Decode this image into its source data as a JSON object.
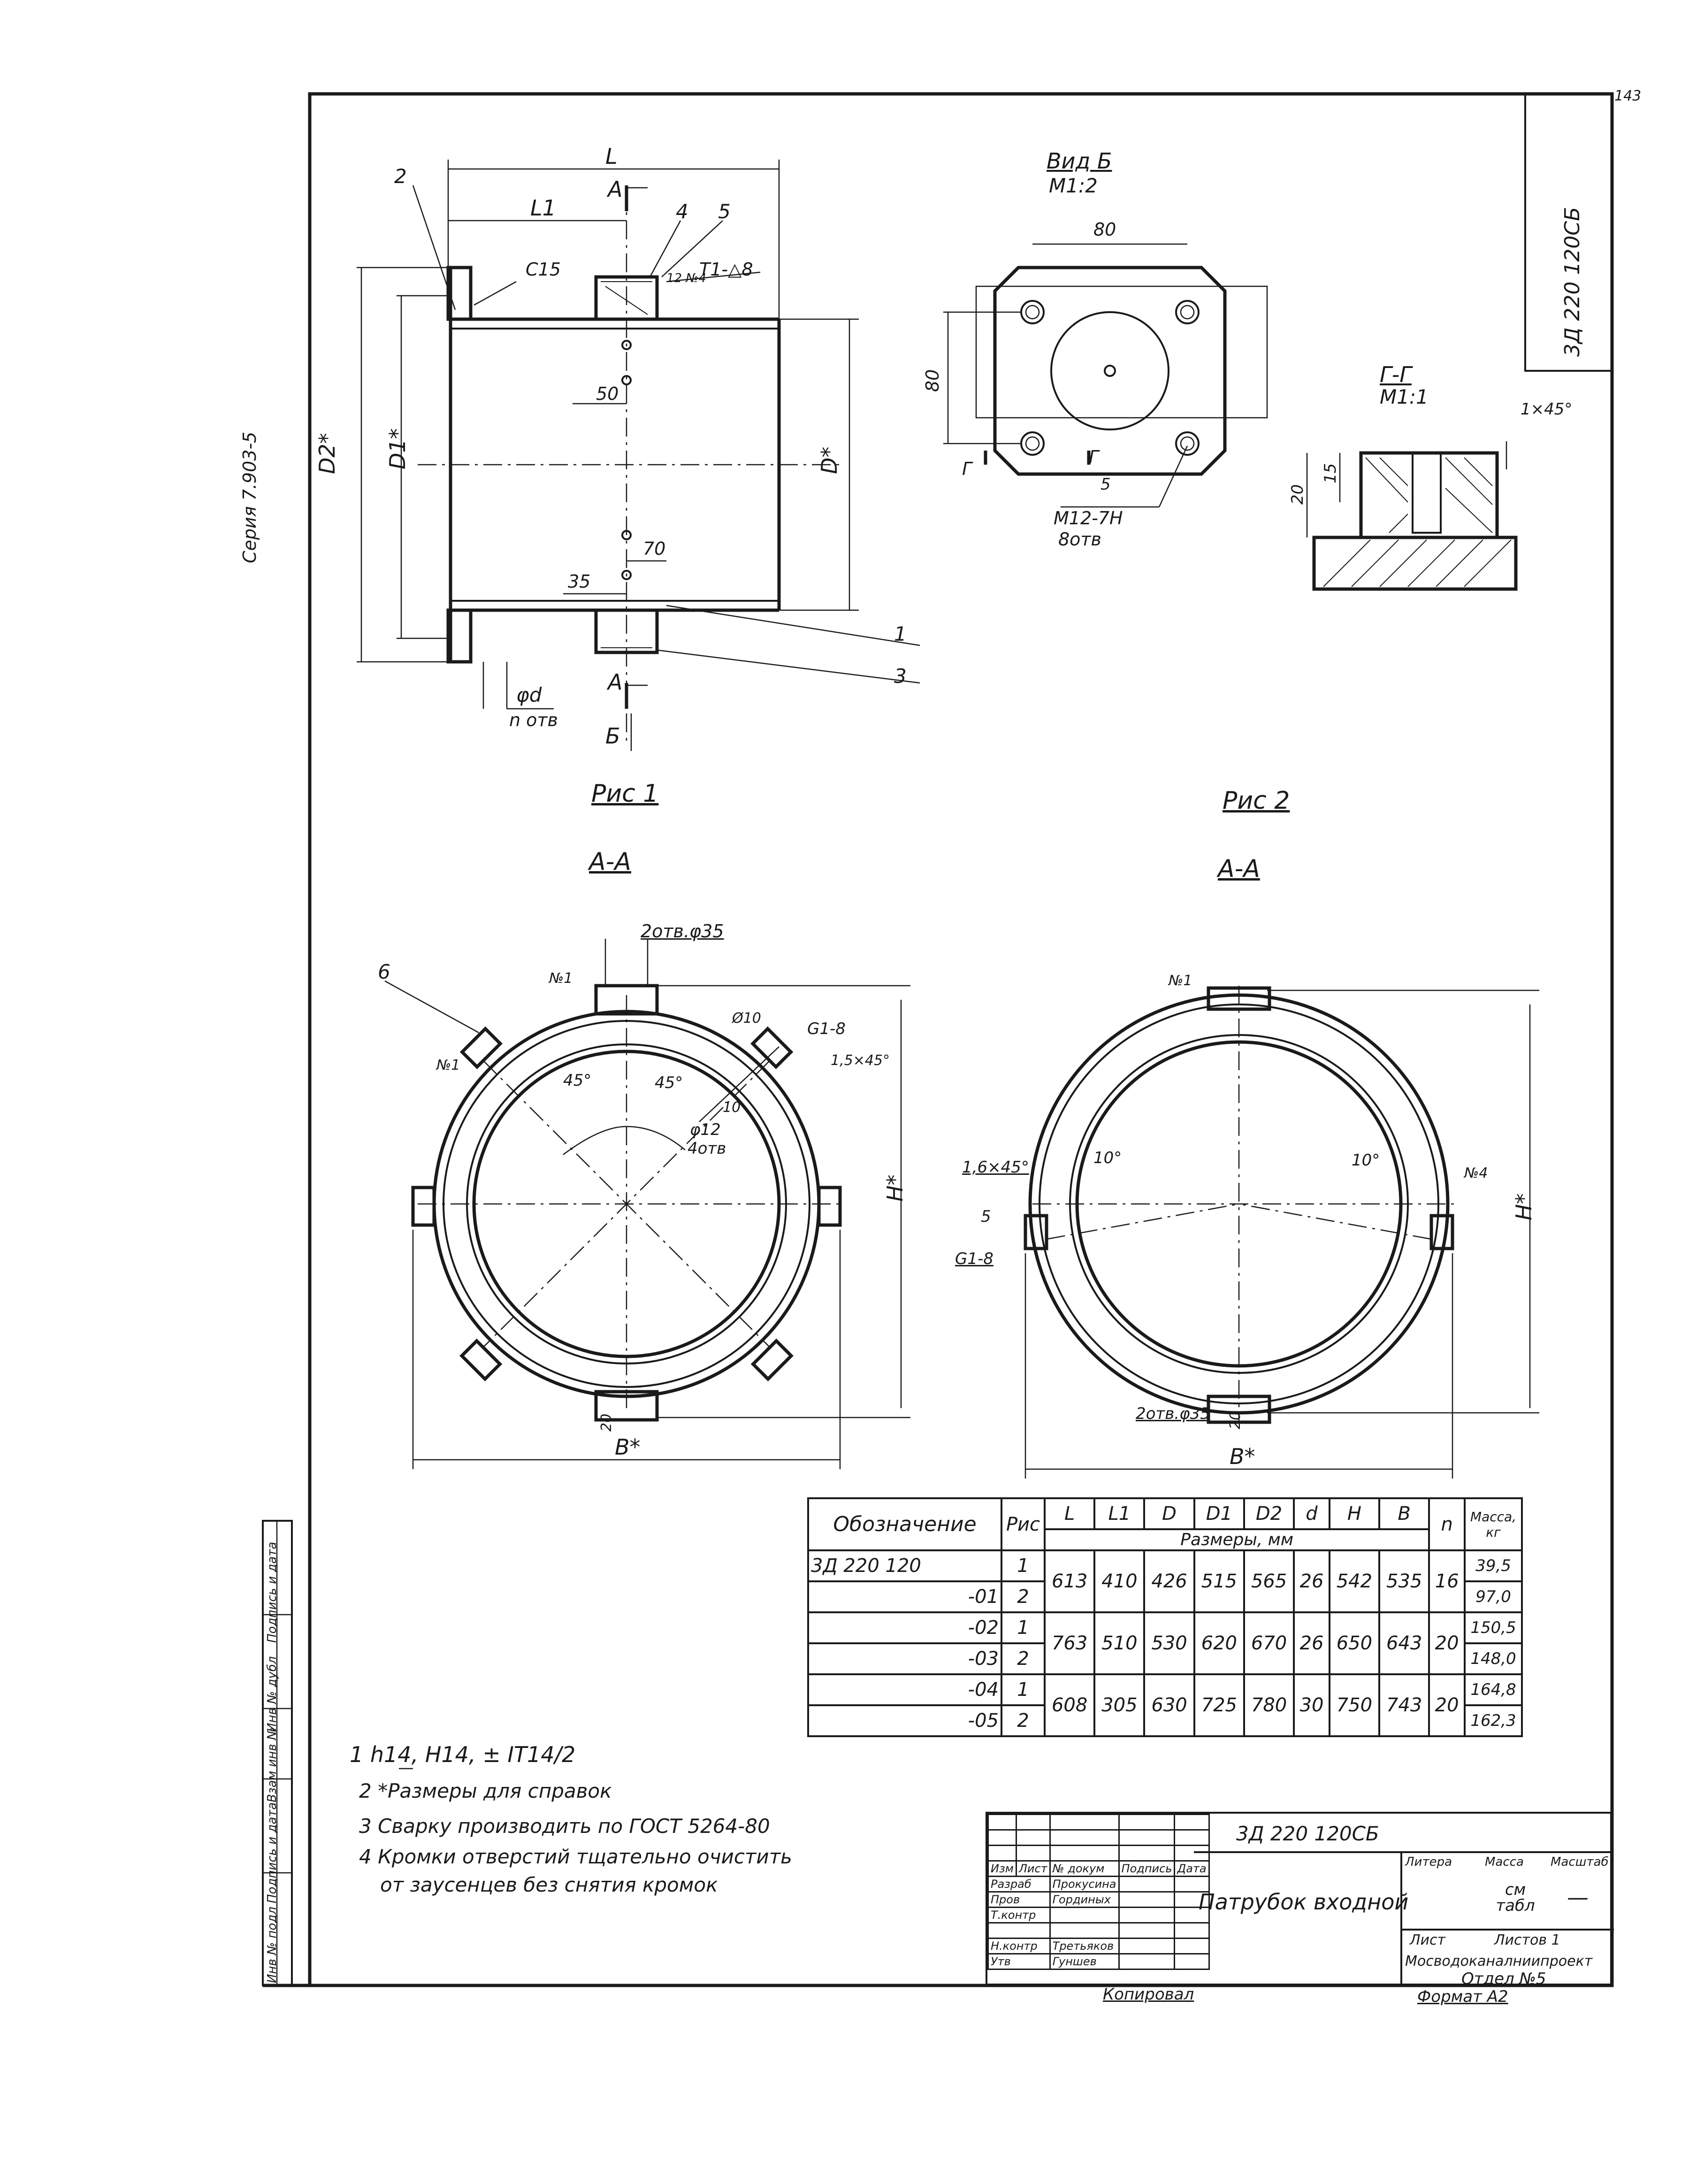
{
  "sheet": {
    "sheet_number": "143",
    "designation_rotated": "3Д 220 120СБ",
    "series_note": "Серия 7.903-5",
    "format_label": "Формат А2",
    "copied_label": "Копировал"
  },
  "view_b": {
    "title": "Вид Б",
    "scale": "М1:2",
    "dim_width": "80",
    "dim_height": "80",
    "thread": "М12-7Н",
    "holes": "8отв",
    "section_mark": "Г",
    "leader_num": "5"
  },
  "section_gg": {
    "title": "Г-Г",
    "scale": "М1:1",
    "chamfer": "1×45°",
    "dim_20": "20",
    "dim_15": "15"
  },
  "fig1_side": {
    "dim_L": "L",
    "dim_L1": "L1",
    "dim_D2": "D2*",
    "dim_D1": "D1*",
    "dim_D": "D*",
    "dim_50": "50",
    "dim_70": "70",
    "dim_35": "35",
    "weld_c15": "С15",
    "weld_t1": "Т1-△8",
    "weld_no4": "12 №4",
    "hole_spec": "φd",
    "hole_count": "n отв",
    "section_a": "А",
    "view_b_arrow": "Б",
    "pos_1": "1",
    "pos_2": "2",
    "pos_3": "3",
    "pos_4": "4",
    "pos_5": "5"
  },
  "fig1_section": {
    "fig_label": "Рис 1",
    "section_label": "А-А",
    "holes_35": "2отв.φ35",
    "pos_6": "6",
    "no1_a": "№1",
    "no1_b": "№1",
    "dia_phi10": "Ø10",
    "ang_45a": "45°",
    "ang_45b": "45°",
    "phi12": "φ12",
    "phi12_count": "4отв",
    "chamfer": "1,5×45°",
    "weld_g18": "G1-8",
    "dim_10": "10",
    "dim_H": "H*",
    "dim_B": "B*",
    "dim_20": "20"
  },
  "fig2_section": {
    "fig_label": "Рис 2",
    "section_label": "А-А",
    "no1": "№1",
    "chamfer": "1,6×45°",
    "ang_10a": "10°",
    "ang_10b": "10°",
    "n4": "№4",
    "weld_g18": "G1-8",
    "pos_5": "5",
    "dim_H": "H*",
    "dim_B": "B*",
    "holes_35": "2отв.φ35",
    "dim_20": "20"
  },
  "spec_table": {
    "headers": [
      "Обозначение",
      "Рис",
      "L",
      "L1",
      "D",
      "D1",
      "D2",
      "d",
      "H",
      "B",
      "n",
      "Масса, кг"
    ],
    "units_label": "Размеры, мм",
    "rows": [
      {
        "designation": "3Д 220 120",
        "fig": "1",
        "L": "613",
        "L1": "410",
        "D": "426",
        "D1": "515",
        "D2": "565",
        "d": "26",
        "H": "542",
        "B": "535",
        "n": "16",
        "mass": "39,5"
      },
      {
        "designation": "-01",
        "fig": "2",
        "mass": "97,0"
      },
      {
        "designation": "-02",
        "fig": "1",
        "L": "763",
        "L1": "510",
        "D": "530",
        "D1": "620",
        "D2": "670",
        "d": "26",
        "H": "650",
        "B": "643",
        "n": "20",
        "mass": "150,5"
      },
      {
        "designation": "-03",
        "fig": "2",
        "mass": "148,0"
      },
      {
        "designation": "-04",
        "fig": "1",
        "L": "608",
        "L1": "305",
        "D": "630",
        "D1": "725",
        "D2": "780",
        "d": "30",
        "H": "750",
        "B": "743",
        "n": "20",
        "mass": "164,8"
      },
      {
        "designation": "-05",
        "fig": "2",
        "mass": "162,3"
      }
    ]
  },
  "notes": [
    "1  h14, H14, ± IT14/2",
    "2 *Размеры для справок",
    "3  Сварку производить по ГОСТ 5264-80",
    "4  Кромки отверстий тщательно очистить",
    "от заусенцев без снятия кромок"
  ],
  "title_block": {
    "designation": "3Д 220 120СБ",
    "name": "Патрубок входной",
    "litera_label": "Литера",
    "mass_label": "Масса",
    "scale_label": "Масштаб",
    "mass_value": "см табл",
    "scale_value": "—",
    "sheet_label": "Лист",
    "sheets_label": "Листов 1",
    "org_line1": "Мосводоканалниипроект",
    "org_line2": "Отдел №5",
    "col_headers": [
      "Изм",
      "Лист",
      "№ докум",
      "Подпись",
      "Дата"
    ],
    "roles": [
      {
        "role": "Разраб",
        "name": "Прокусина"
      },
      {
        "role": "Пров",
        "name": "Гординых"
      },
      {
        "role": "Т.контр",
        "name": ""
      },
      {
        "role": "Н.контр",
        "name": "Третьяков"
      },
      {
        "role": "Утв",
        "name": "Гуншев"
      }
    ]
  },
  "side_stamp": {
    "fields": [
      "Инв № подл",
      "Подпись и дата",
      "Взам инв №",
      "Инв № дубл",
      "Подпись и дата"
    ]
  }
}
